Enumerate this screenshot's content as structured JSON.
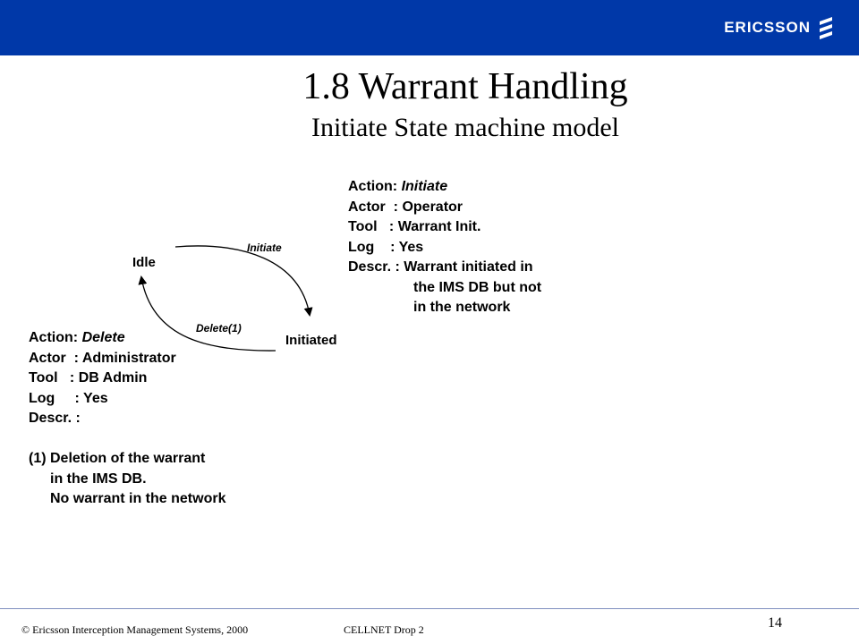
{
  "header": {
    "logo_text": "ERICSSON",
    "bar_color": "#0038a8"
  },
  "slide": {
    "title": "1.8 Warrant Handling",
    "subtitle": "Initiate State machine model"
  },
  "diagram": {
    "states": [
      {
        "id": "idle",
        "label": "Idle"
      },
      {
        "id": "initiated",
        "label": "Initiated"
      }
    ],
    "transitions": [
      {
        "from": "idle",
        "to": "initiated",
        "label": "Initiate"
      },
      {
        "from": "initiated",
        "to": "idle",
        "label": "Delete(1)"
      }
    ]
  },
  "initiate_box": {
    "action_key": "Action:",
    "action_val": "Initiate",
    "actor": "Actor  : Operator",
    "tool": "Tool   : Warrant Init.",
    "log": "Log    : Yes",
    "descr": "Descr. : Warrant initiated in",
    "descr2": "the IMS DB but not",
    "descr3": "in the network"
  },
  "delete_box": {
    "action_key": "Action:",
    "action_val": "Delete",
    "actor": "Actor  : Administrator",
    "tool": "Tool   : DB Admin",
    "log": "Log     : Yes",
    "descr": "Descr. :",
    "note1": "(1) Deletion of the warrant",
    "note2": "in the IMS DB.",
    "note3": "No warrant in the network"
  },
  "footer": {
    "copyright": "© Ericsson Interception Management Systems, 2000",
    "doc": "CELLNET  Drop 2",
    "page": "14"
  }
}
